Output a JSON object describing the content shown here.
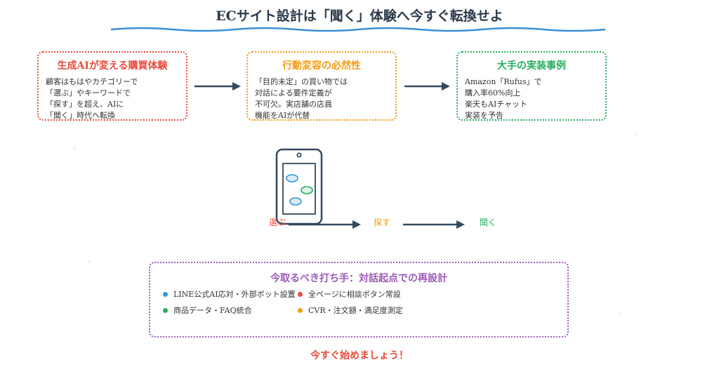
{
  "title": "ECサイト設計は「聞く」体験へ今すぐ転換せよ",
  "boxes": [
    {
      "heading": "生成AIが変える購買体験",
      "body": "顧客はもはやカテゴリーで\n「選ぶ」やキーワードで\n「探す」を超え、AIに\n「聞く」時代へ転換",
      "color": "#e74c3c"
    },
    {
      "heading": "行動変容の必然性",
      "body": "「目的未定」の買い物では\n対話による要件定義が\n不可欠。実店舗の店員\n機能をAIが代替",
      "color": "#f39c12"
    },
    {
      "heading": "大手の実装事例",
      "body": "Amazon「Rufus」で\n購入率60%向上\n楽天もAIチャット\n実装を予告",
      "color": "#27ae60"
    }
  ],
  "flow": {
    "erabu": "選ぶ",
    "sagasu": "探す",
    "kiku": "聞く"
  },
  "action": {
    "heading": "今取るべき打ち手：対話起点での再設計",
    "items": [
      {
        "text": "LINE公式AI応対・外部ボット設置",
        "color": "#3498db"
      },
      {
        "text": "全ページに相談ボタン常設",
        "color": "#e74c3c"
      },
      {
        "text": "商品データ・FAQ統合",
        "color": "#27ae60"
      },
      {
        "text": "CVR・注文額・満足度測定",
        "color": "#f39c12"
      }
    ]
  },
  "cta": "今すぐ始めましょう！"
}
